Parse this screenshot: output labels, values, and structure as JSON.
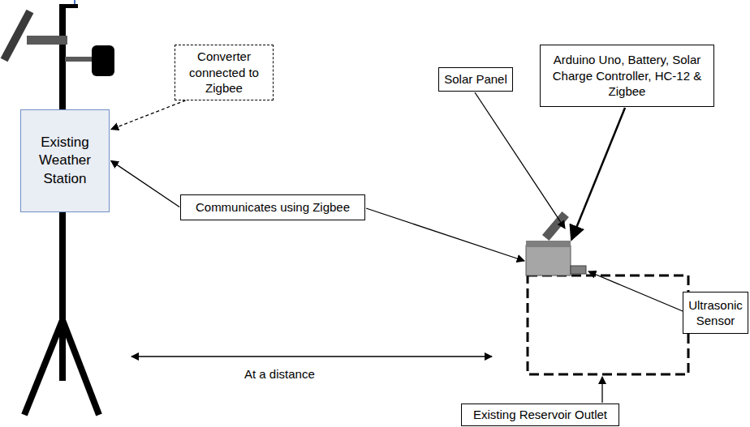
{
  "diagram": {
    "nodes": [
      {
        "text": [
          "Existing Weather Station"
        ]
      },
      {
        "text": [
          "Converter connected to Zigbee"
        ]
      },
      {
        "text": [
          "Communicates using Zigbee"
        ]
      },
      {
        "text": [
          "Solar Panel"
        ]
      },
      {
        "text": [
          "Arduino Uno, Battery, Solar Charge Controller, HC-12 & Zigbee"
        ]
      },
      {
        "text": [
          "Ultrasonic Sensor"
        ]
      },
      {
        "text": [
          "Existing Reservoir Outlet"
        ]
      }
    ],
    "edges": [
      {
        "from": 1,
        "to": 0,
        "arrow": "to"
      },
      {
        "from": 2,
        "to": 0,
        "arrow": "to"
      }
    ],
    "labels": [
      "At a distance"
    ]
  }
}
